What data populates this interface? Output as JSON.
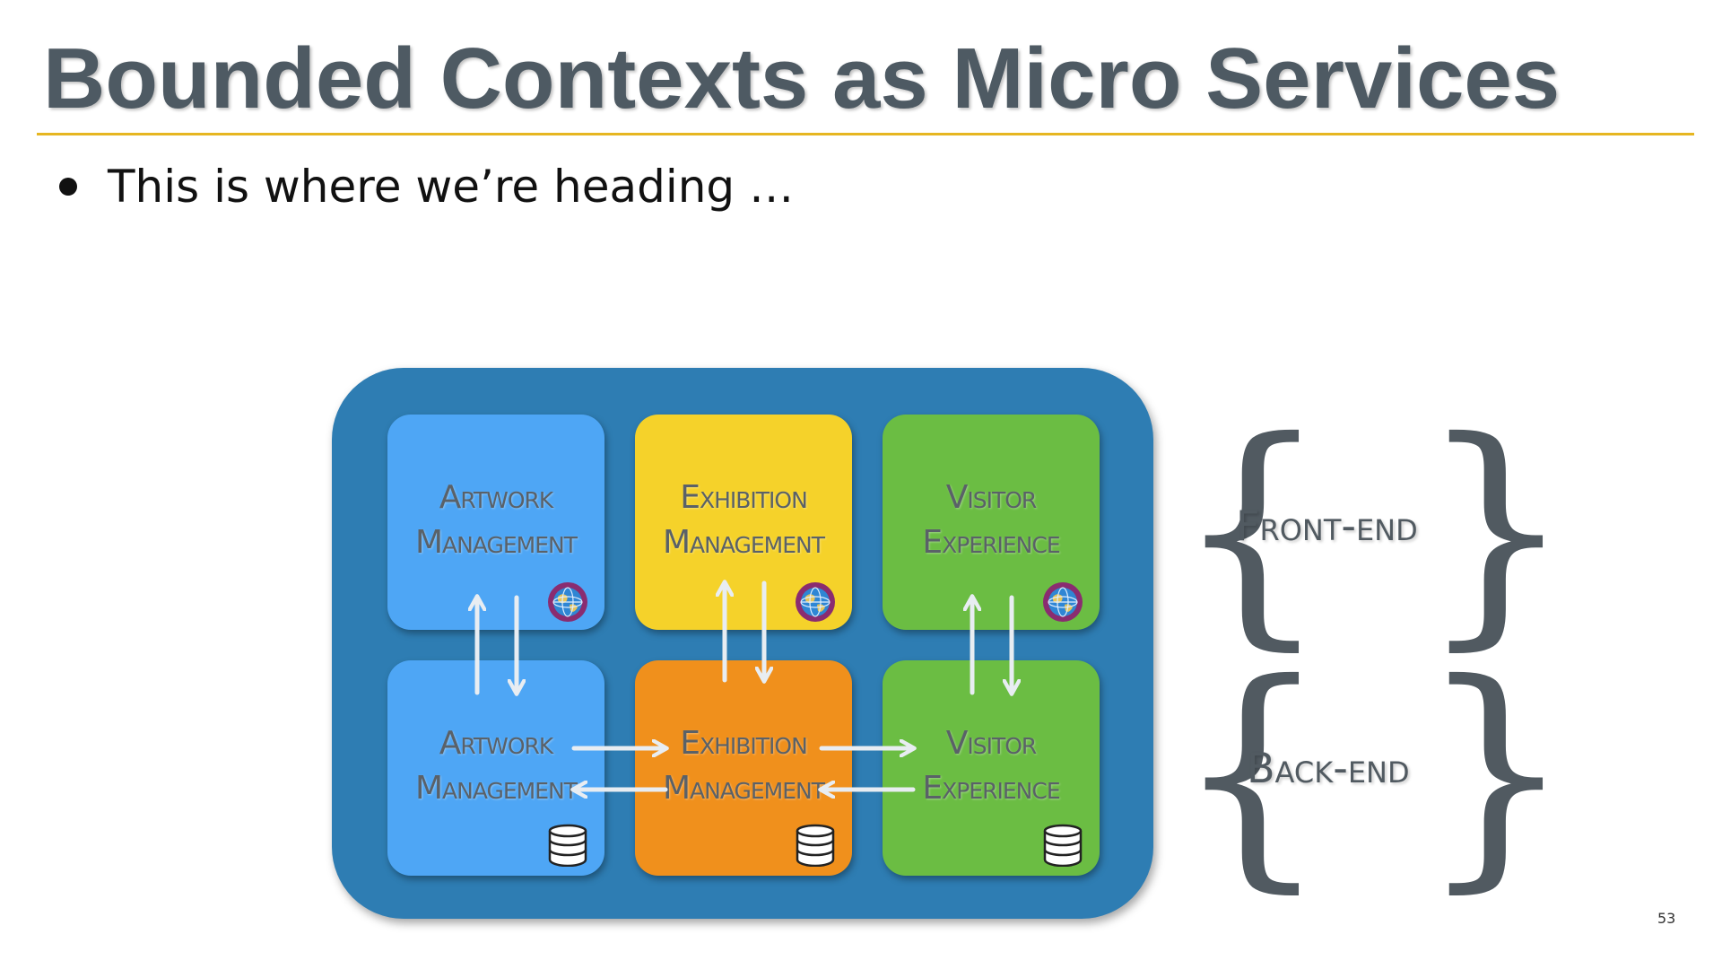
{
  "title": "Bounded Contexts as Micro Services",
  "bullet": "This is where we’re heading …",
  "contexts": [
    {
      "line1": "Artwork",
      "line2": "Management"
    },
    {
      "line1": "Exhibition",
      "line2": "Management"
    },
    {
      "line1": "Visitor",
      "line2": "Experience"
    }
  ],
  "layers": {
    "front_end": "Front-end",
    "back_end": "Back-end"
  },
  "icons": {
    "front_end_tile": "globe-icon",
    "back_end_tile": "database-icon"
  },
  "colors": {
    "title_rule": "#e6b621",
    "container": "#2e7db3",
    "artwork": "#4ea6f5",
    "exhibition_front": "#f5d22a",
    "exhibition_back": "#f0901c",
    "visitor": "#6bbd43"
  },
  "page_number": "53"
}
